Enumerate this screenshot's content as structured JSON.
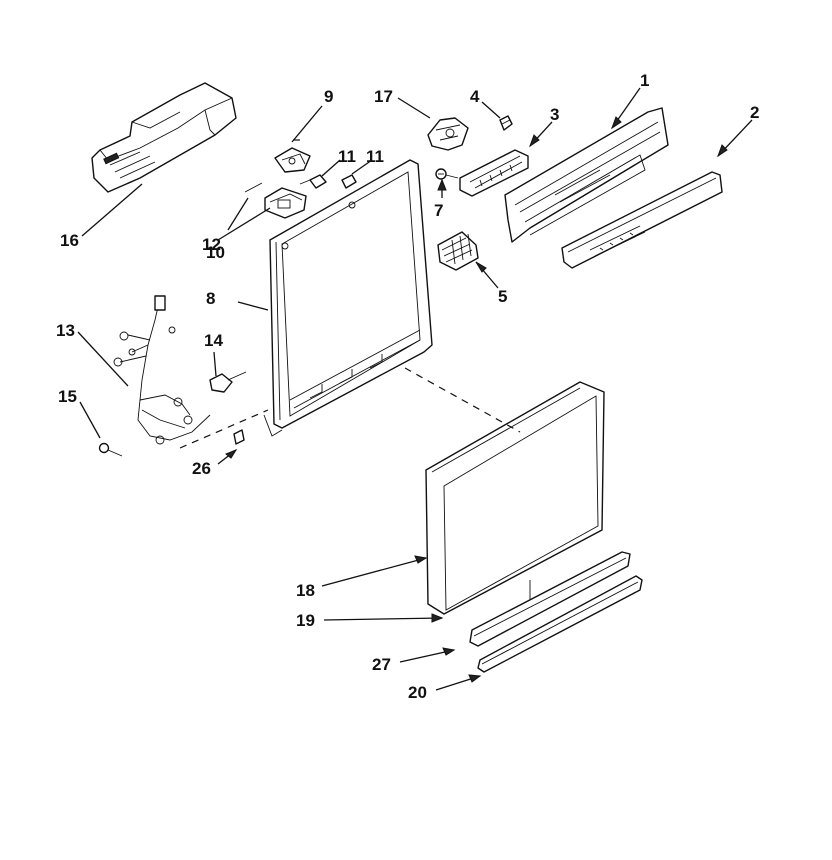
{
  "diagram": {
    "callouts": {
      "c1": "1",
      "c2": "2",
      "c3": "3",
      "c4": "4",
      "c5": "5",
      "c7": "7",
      "c8": "8",
      "c9": "9",
      "c10": "10",
      "c11a": "11",
      "c11b": "11",
      "c12": "12",
      "c13": "13",
      "c14": "14",
      "c15": "15",
      "c16": "16",
      "c17": "17",
      "c18": "18",
      "c19": "19",
      "c20": "20",
      "c26": "26",
      "c27": "27"
    }
  }
}
